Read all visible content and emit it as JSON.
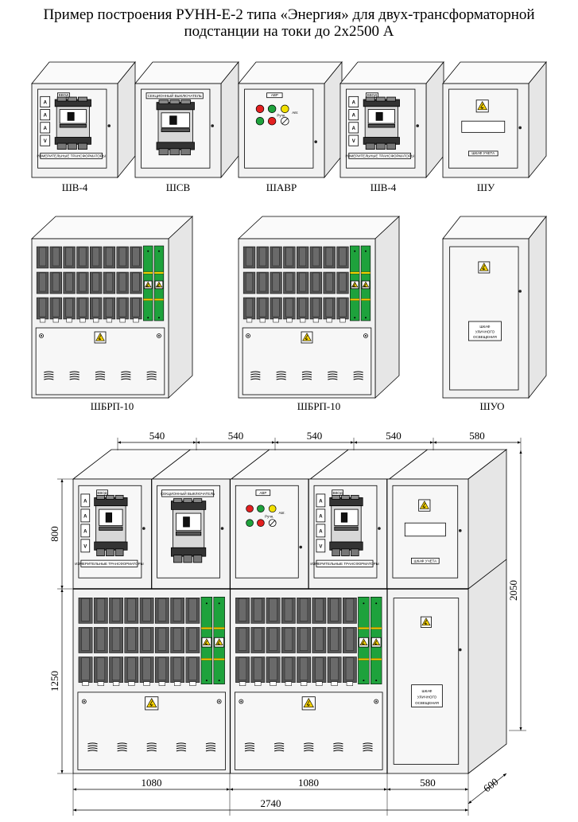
{
  "title": {
    "line1": "Пример построения РУНН-Е-2 типа «Энергия» для двух-трансформаторной",
    "line2": "подстанции на токи до 2х2500 А"
  },
  "top_row_labels": [
    "ШВ-4",
    "ШСВ",
    "ШАВР",
    "ШВ-4",
    "ШУ"
  ],
  "middle_row_labels": [
    "ШБРП-10",
    "ШБРП-10",
    "ШУО"
  ],
  "panel_text": {
    "meter_ids": [
      "A",
      "A",
      "A",
      "V"
    ],
    "measuring_transformers": "ИЗМЕРИТЕЛЬНЫЕ ТРАНСФОРМАТОРЫ",
    "sectional_switch": "СЕКЦИОННЫЙ ВЫКЛЮЧАТЕЛЬ",
    "avr": "АВР",
    "manual": "Ручн.",
    "auto": "Авт.",
    "meter_cabinet": "ШКАФ УЧЕТА",
    "street_lighting_cabinet": "ШКАФ УЛИЧНОГО ОСВЕЩЕНИЯ"
  },
  "dimensions": {
    "top_widths": [
      "540",
      "540",
      "540",
      "540",
      "580"
    ],
    "heights_left": [
      "800",
      "1250"
    ],
    "height_total": "2050",
    "bottom_widths": [
      "1080",
      "1080",
      "580"
    ],
    "total_width": "2740",
    "depth": "600"
  },
  "colors": {
    "cabinet_face": "#f2f2f2",
    "cabinet_side": "#e6e6e6",
    "fuse_dark": "#555555",
    "green_switch": "#1ea23c",
    "lamp_red": "#e32020",
    "lamp_green": "#1ea23c",
    "lamp_yellow": "#f2e000",
    "warning": "#f6d200"
  }
}
